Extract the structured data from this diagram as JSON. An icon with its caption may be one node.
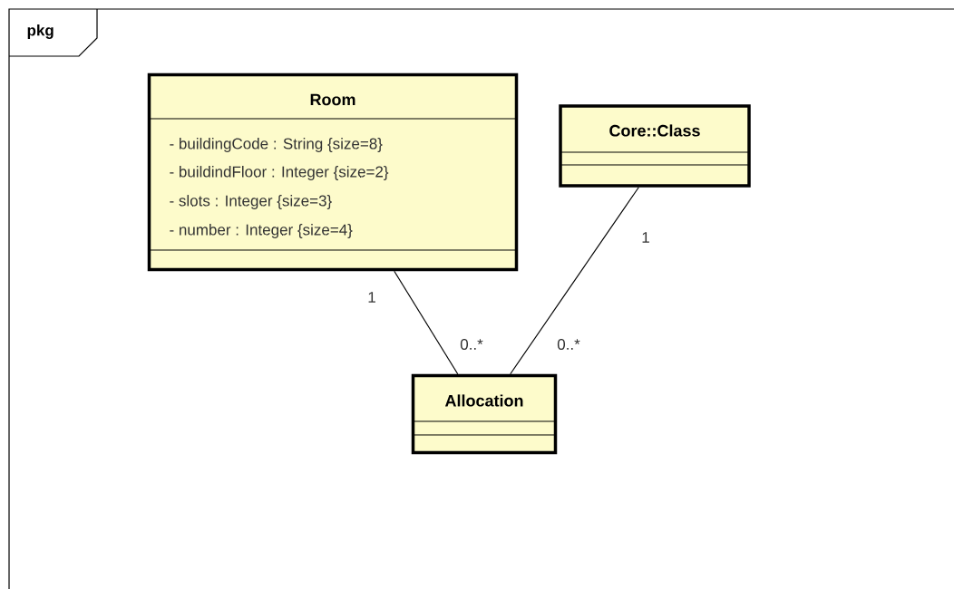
{
  "diagram": {
    "nodes": [
      {
        "text": [
          "pkg"
        ]
      },
      {
        "text": [
          "Room",
          "- buildingCode : String {size=8}",
          "- buildindFloor : Integer {size=2}",
          "- slots : Integer {size=3}",
          "- number : Integer {size=4}"
        ],
        "in": 0
      },
      {
        "text": [
          "Core::Class"
        ],
        "in": 0
      },
      {
        "text": [
          "Allocation"
        ],
        "in": 0
      }
    ],
    "edges": [
      {
        "from": 1,
        "to": 3,
        "arrow": "none"
      },
      {
        "from": 2,
        "to": 3,
        "arrow": "none"
      }
    ],
    "labels": [
      "1",
      "1",
      "0..*",
      "0..*"
    ]
  }
}
